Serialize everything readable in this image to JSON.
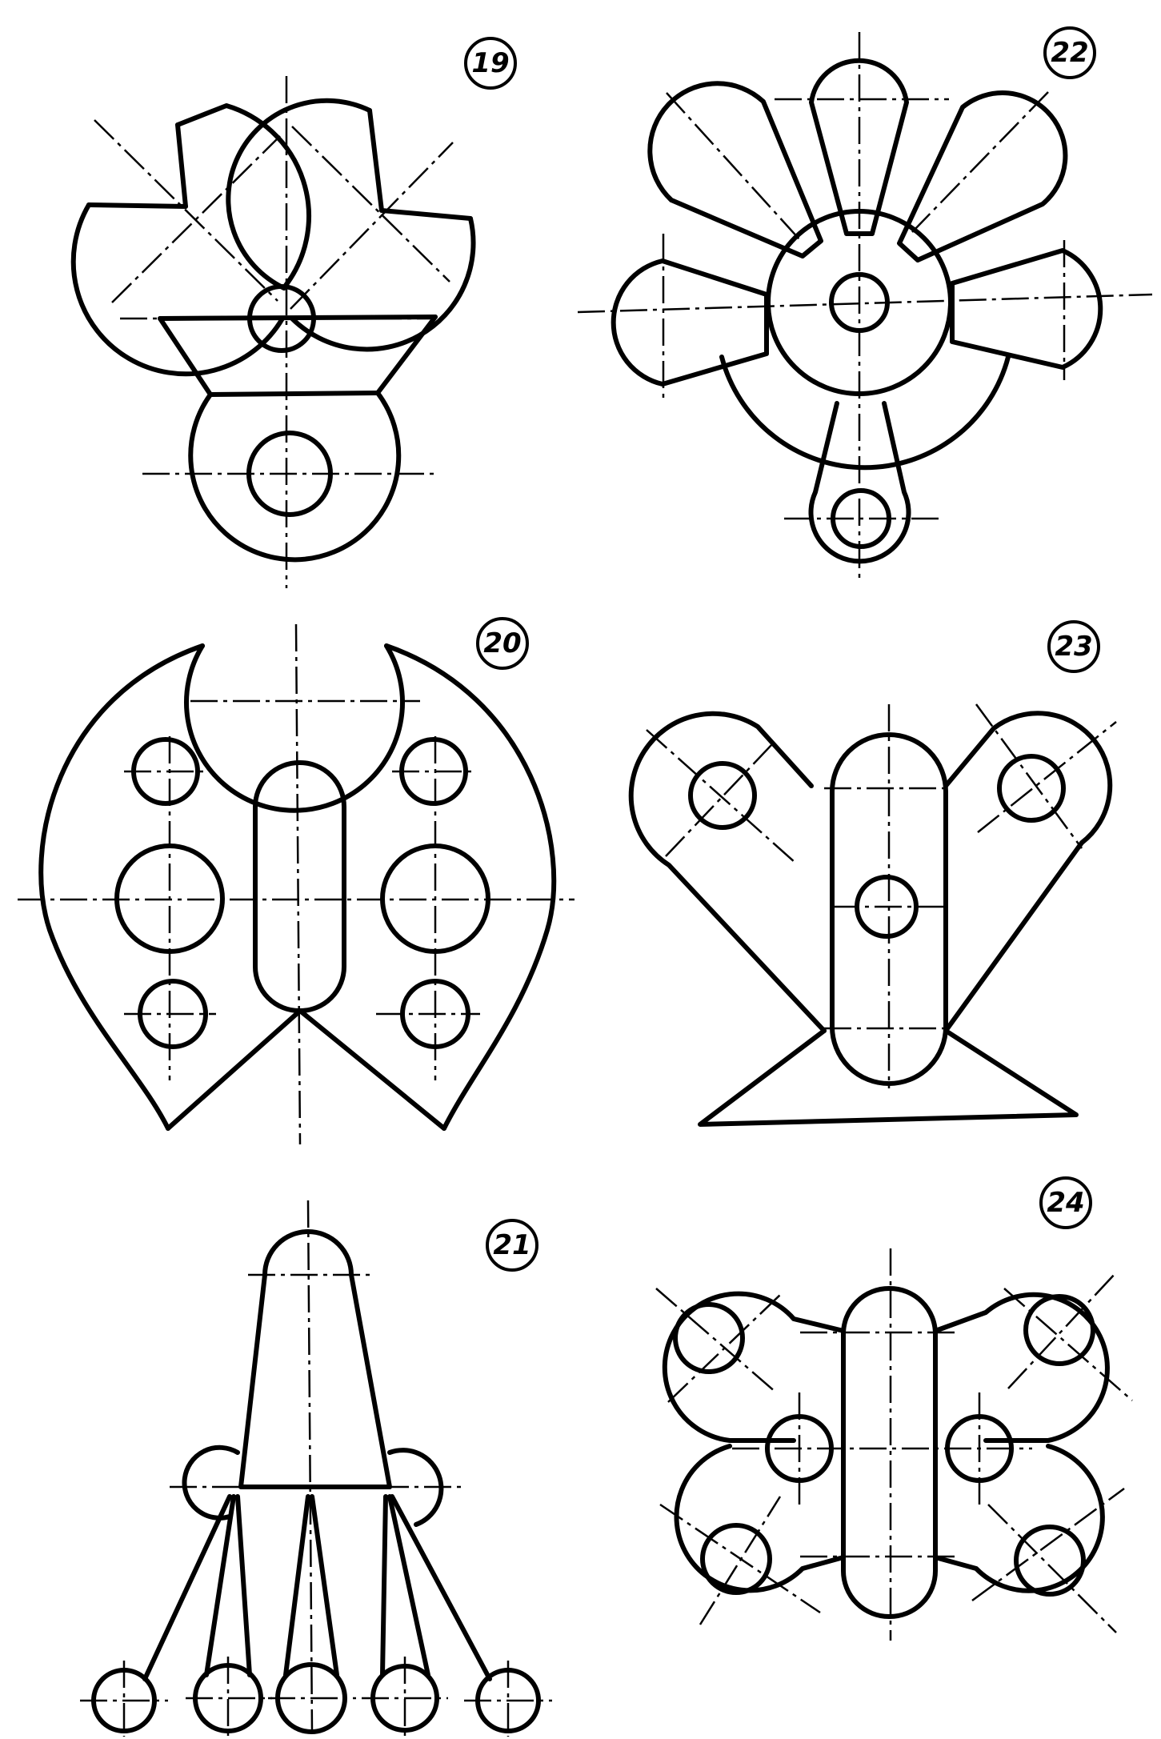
{
  "figures": [
    {
      "id": "fig-19",
      "label": "19"
    },
    {
      "id": "fig-20",
      "label": "20"
    },
    {
      "id": "fig-21",
      "label": "21"
    },
    {
      "id": "fig-22",
      "label": "22"
    },
    {
      "id": "fig-23",
      "label": "23"
    },
    {
      "id": "fig-24",
      "label": "24"
    }
  ]
}
